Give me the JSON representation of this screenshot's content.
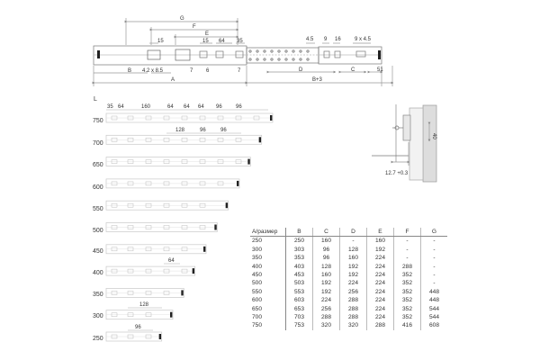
{
  "top_view": {
    "dims": {
      "G": "G",
      "F": "F",
      "E": "E",
      "d15a": "15",
      "d15b": "15",
      "d64": "64",
      "d35": "35",
      "d45": "4.5",
      "d9": "9",
      "d16": "16",
      "d9x45": "9 x 4.5",
      "B": "B",
      "d42x85": "4.2 x 8.5",
      "d7a": "7",
      "d6": "6",
      "d7b": "7",
      "D": "D",
      "C": "C",
      "d51": "51",
      "A": "A",
      "B3": "B+3"
    }
  },
  "side_view": {
    "d40": "40",
    "d127": "12.7 +0.3"
  },
  "rail_chart": {
    "axis_label": "L",
    "lengths": [
      "750",
      "700",
      "650",
      "600",
      "550",
      "500",
      "450",
      "400",
      "350",
      "300",
      "250"
    ],
    "top_dims": [
      "35",
      "64",
      "160",
      "64",
      "64",
      "64",
      "96",
      "96"
    ],
    "mid_dims": [
      "128",
      "96",
      "96"
    ],
    "dim_64": "64",
    "dim_128": "128",
    "dim_96": "96"
  },
  "spec_table": {
    "headers": [
      "A/размер",
      "B",
      "C",
      "D",
      "E",
      "F",
      "G"
    ],
    "rows": [
      [
        "250",
        "250",
        "160",
        "-",
        "160",
        "-",
        "-"
      ],
      [
        "300",
        "303",
        "96",
        "128",
        "192",
        "-",
        "-"
      ],
      [
        "350",
        "353",
        "96",
        "160",
        "224",
        "-",
        "-"
      ],
      [
        "400",
        "403",
        "128",
        "192",
        "224",
        "288",
        "-"
      ],
      [
        "450",
        "453",
        "160",
        "192",
        "224",
        "352",
        "-"
      ],
      [
        "500",
        "503",
        "192",
        "224",
        "224",
        "352",
        "-"
      ],
      [
        "550",
        "553",
        "192",
        "256",
        "224",
        "352",
        "448"
      ],
      [
        "600",
        "603",
        "224",
        "288",
        "224",
        "352",
        "448"
      ],
      [
        "650",
        "653",
        "256",
        "288",
        "224",
        "352",
        "544"
      ],
      [
        "700",
        "703",
        "288",
        "288",
        "224",
        "352",
        "544"
      ],
      [
        "750",
        "753",
        "320",
        "320",
        "288",
        "416",
        "608"
      ]
    ]
  }
}
